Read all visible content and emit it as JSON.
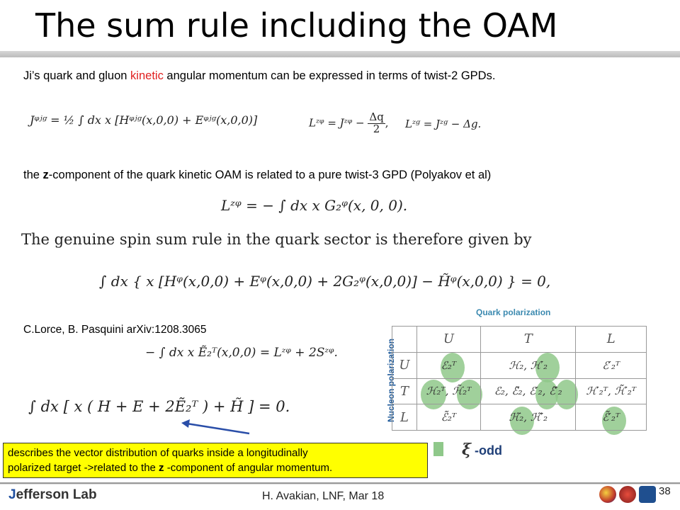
{
  "title": "The sum rule including the OAM",
  "intro": {
    "part1": "Ji’s quark and gluon ",
    "highlight": "kinetic",
    "part2": " angular momentum can be expressed in terms of twist-2 GPDs."
  },
  "equations": {
    "ji": "Jᵠʲᵍ = ½ ∫ dx x [Hᵠʲᵍ(x,0,0) + Eᵠʲᵍ(x,0,0)]",
    "lq_lhs": "Lᶻᵠ = Jᶻᵠ − ",
    "lq_num": "Δq",
    "lq_den": "2",
    "lg": "Lᶻᵍ = Jᶻᵍ − Δg.",
    "oam": "Lᶻᵠ = − ∫ dx x G₂ᵠ(x, 0, 0).",
    "sum_rule": "∫ dx { x [Hᵠ(x,0,0) + Eᵠ(x,0,0) + 2G₂ᵠ(x,0,0)] − H̃ᵠ(x,0,0) } = 0,",
    "lorce": "− ∫ dx x Ẽ₂ᵀ(x,0,0) = Lᶻᵠ + 2Sᶻᵠ.",
    "final": "∫ dx [ x ( H + E + 2Ẽ₂ᵀ ) + H̃ ] = 0."
  },
  "twist3_line": {
    "part1": "the ",
    "bold": "z",
    "part2": "-component of the quark kinetic OAM is related to a pure twist-3 GPD (Polyakov et al)"
  },
  "genuine": "The genuine spin sum rule in the quark sector is therefore given by",
  "citation": "C.Lorce, B. Pasquini arXiv:1208.3065",
  "table": {
    "quark_polarization": "Quark polarization",
    "nucleon_polarization": "Nucleon polarization",
    "col_headers": [
      "U",
      "T",
      "L"
    ],
    "rows": [
      {
        "label": "U",
        "cells": [
          "ℰ₂ᵀ",
          "ℋ₂, ℋ′₂",
          "ℰ′₂ᵀ"
        ]
      },
      {
        "label": "T",
        "cells": [
          "ℋ₂ᵀ, ℋ̃₂ᵀ",
          "ℰ₂, ℰ̃₂, ℰ′₂, ℰ̃′₂",
          "ℋ′₂ᵀ, ℋ̃′₂ᵀ"
        ]
      },
      {
        "label": "L",
        "cells": [
          "ℰ̃₂ᵀ",
          "ℋ̃₂, ℋ̃′₂",
          "ℰ̃′₂ᵀ"
        ]
      }
    ],
    "xi_odd": "-odd",
    "xi_symbol": "ξ",
    "highlight_color": "#8fc88a"
  },
  "note": {
    "line1": "describes the vector distribution of quarks inside a longitudinally",
    "line2a": "polarized target ->related to the ",
    "line2b": "z",
    "line2c": " -component of angular momentum."
  },
  "footer": {
    "logo_text_a": "J",
    "logo_text_b": "efferson Lab",
    "center": "H. Avakian,  LNF,  Mar 18",
    "page": "38"
  }
}
